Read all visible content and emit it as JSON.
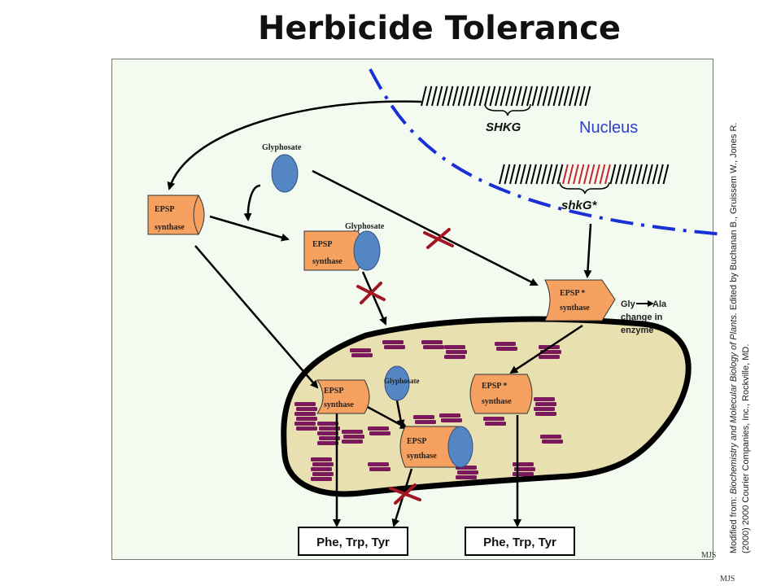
{
  "title": "Herbicide Tolerance",
  "labels": {
    "nucleus": "Nucleus",
    "gene_wild": "SHKG",
    "gene_mutant": "shkG*",
    "glyphosate": "Glyphosate",
    "epsp_line1": "EPSP",
    "epsp_line2": "synthase",
    "epsp_star_line1": "EPSP *",
    "epsp_star_line2": "synthase",
    "gly": "Gly",
    "ala": "Ala",
    "change_line1": "change in",
    "change_line2": "enzyme",
    "product_left": "Phe, Trp, Tyr",
    "product_right": "Phe, Trp, Tyr",
    "mjs_inner": "MJS",
    "mjs_outer": "MJS"
  },
  "credit": {
    "line1_prefix": "Modified from: ",
    "line1_italic": "Biochemistry and Molecular Biology of Plants.",
    "line1_suffix": " Edited by Buchanan B., Gruissem W., Jones R.",
    "line2": "(2000) 2000 Courier Companies, Inc., Rockville, MD."
  },
  "colors": {
    "enzyme_fill": "#f6a160",
    "glyphosate_fill": "#5586c4",
    "nucleus_line": "#1b2fd6",
    "nucleus_label": "#2c3fd0",
    "inhibit_mark": "#a01622",
    "mutant_dna": "#c8262e",
    "chloroplast_fill": "#e8e0b0",
    "thylakoid": "#7a1a5c"
  }
}
